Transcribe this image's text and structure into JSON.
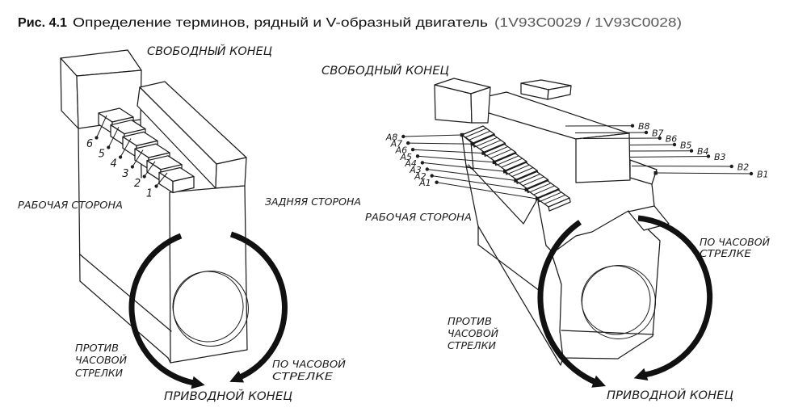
{
  "figure": {
    "label": "Рис. 4.1",
    "caption": "Определение терминов, рядный и V-образный двигатель",
    "drawing_codes": "(1V93C0029 / 1V93C0028)"
  },
  "inline_engine": {
    "free_end_label": "СВОБОДНЫЙ КОНЕЦ",
    "working_side_label": "РАБОЧАЯ СТОРОНА",
    "rear_side_label": "ЗАДНЯЯ СТОРОНА",
    "ccw_label_lines": [
      "ПРОТИВ",
      "ЧАСОВОЙ",
      "СТРЕЛКИ"
    ],
    "cw_label_lines": [
      "ПО ЧАСОВОЙ",
      "СТРЕЛКЕ"
    ],
    "drive_end_label": "ПРИВОДНОЙ КОНЕЦ",
    "cylinder_numbers": [
      "6",
      "5",
      "4",
      "3",
      "2",
      "1"
    ]
  },
  "v_engine": {
    "free_end_label": "СВОБОДНЫЙ КОНЕЦ",
    "working_side_label": "РАБОЧАЯ СТОРОНА",
    "ccw_label_lines": [
      "ПРОТИВ",
      "ЧАСОВОЙ",
      "СТРЕЛКИ"
    ],
    "cw_label_lines": [
      "ПО ЧАСОВОЙ",
      "СТРЕЛКЕ"
    ],
    "drive_end_label": "ПРИВОДНОЙ КОНЕЦ",
    "bank_a_labels": [
      "A8",
      "A7",
      "A6",
      "A5",
      "A4",
      "A3",
      "A2",
      "A1"
    ],
    "bank_b_labels": [
      "B8",
      "B7",
      "B6",
      "B5",
      "B4",
      "B3",
      "B2",
      "B1"
    ]
  },
  "colors": {
    "line": "#1c1c1c",
    "muted_text": "#58585a",
    "background": "#ffffff",
    "arrow": "#111111"
  }
}
